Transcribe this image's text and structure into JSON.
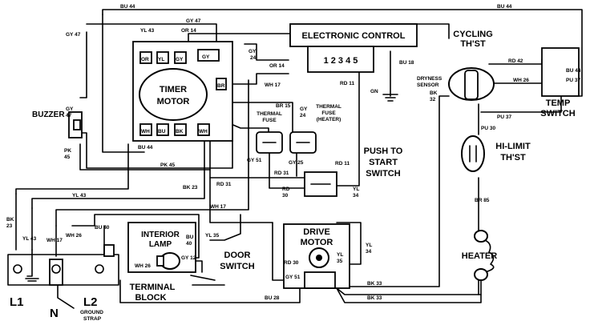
{
  "components": {
    "electronic_control": "ELECTRONIC CONTROL",
    "control_terminals": "1 2 3 4 5",
    "cycling_tstat_1": "CYCLING",
    "cycling_tstat_2": "TH'ST",
    "timer_motor_1": "TIMER",
    "timer_motor_2": "MOTOR",
    "buzzer": "BUZZER",
    "thermal_fuse_1": "THERMAL",
    "thermal_fuse_2": "FUSE",
    "thermal_fuse_heater_1": "THERMAL",
    "thermal_fuse_heater_2": "FUSE",
    "thermal_fuse_heater_3": "(HEATER)",
    "push_to_start_1": "PUSH TO",
    "push_to_start_2": "START",
    "push_to_start_3": "SWITCH",
    "hi_limit_1": "HI-LIMIT",
    "hi_limit_2": "TH'ST",
    "temp_switch_1": "TEMP",
    "temp_switch_2": "SWITCH",
    "interior_lamp_1": "INTERIOR",
    "interior_lamp_2": "LAMP",
    "door_switch_1": "DOOR",
    "door_switch_2": "SWITCH",
    "drive_motor_1": "DRIVE",
    "drive_motor_2": "MOTOR",
    "terminal_block_1": "TERMINAL",
    "terminal_block_2": "BLOCK",
    "heater": "HEATER",
    "l1": "L1",
    "n": "N",
    "l2": "L2",
    "ground_strap_1": "GROUND",
    "ground_strap_2": "STRAP",
    "dryness_sensor_1": "DRYNESS",
    "dryness_sensor_2": "SENSOR",
    "gn": "GN"
  },
  "wire_labels": {
    "bu44_top": "BU 44",
    "bu44_right": "BU 44",
    "gy47_left": "GY 47",
    "gy47_top": "GY 47",
    "yl43_top": "YL 43",
    "or14_top": "OR 14",
    "or14_mid": "OR 14",
    "gy24_a": "GY",
    "gy24_b": "24",
    "wh17": "WH 17",
    "rd11": "RD 11",
    "bu18": "BU 18",
    "rd42": "RD 42",
    "wh26_right": "WH 26",
    "pu37_a": "PU 37",
    "pu37_b": "PU 37",
    "bu44_ts": "BU 44",
    "bk32_a": "BK",
    "bk32_b": "32",
    "br15": "BR 15",
    "gy24_fuse_a": "GY",
    "gy24_fuse_b": "24",
    "gy47_buzz_a": "GY",
    "gy47_buzz_b": "47",
    "pk45_a": "PK",
    "pk45_b": "45",
    "pk45_mid": "PK 45",
    "bu44_mid": "BU 44",
    "gy51": "GY 51",
    "gy25": "GY 25",
    "rd11_push": "RD 11",
    "pu30": "PU 30",
    "rd31_a": "RD 31",
    "rd31_b": "RD 31",
    "rd30_a": "RD",
    "rd30_b": "30",
    "yl34_a": "YL",
    "yl34_b": "34",
    "bk23": "BK 23",
    "yl43_mid": "YL 43",
    "bk23_left_a": "BK",
    "bk23_left_b": "23",
    "yl43_left": "YL 43",
    "wh17_left": "WH 17",
    "wh26_left": "WH 26",
    "bu40_top": "BU 40",
    "bu40_a": "BU",
    "bu40_b": "40",
    "wh17_mid": "WH 17",
    "yl35": "YL 35",
    "gy12": "GY 12",
    "wh26_lamp": "WH 26",
    "rd30_motor": "RD 30",
    "yl35_motor_a": "YL",
    "yl35_motor_b": "35",
    "gy51_motor": "GY 51",
    "yl34_motor_a": "YL",
    "yl34_motor_b": "34",
    "bk33_a": "BK 33",
    "bk33_b": "BK 33",
    "bu28": "BU 28",
    "br85": "BR 85",
    "timer_contacts": [
      "OR",
      "YL",
      "GY",
      "GY",
      "WH",
      "BU",
      "BK",
      "WH",
      "BR"
    ]
  }
}
